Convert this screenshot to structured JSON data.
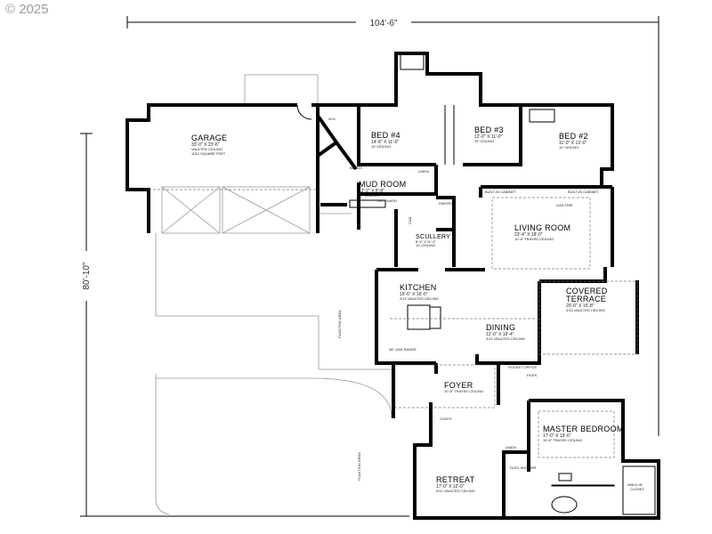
{
  "watermark": "© 2025",
  "dimensions": {
    "width": "104'-6\"",
    "depth": "80'-10\""
  },
  "rooms": {
    "garage": {
      "name": "GARAGE",
      "size": "33'-0\" X 23'-6\"",
      "ceiling": "VAULTED CEILING",
      "extra": "1012 SQUARE FEET"
    },
    "bed4": {
      "name": "BED #4",
      "size": "14'-8\" X 11'-0\"",
      "ceiling": "10' CEILING"
    },
    "bed3": {
      "name": "BED #3",
      "size": "12'-0\" X 11'-0\"",
      "ceiling": "10' CEILING"
    },
    "bed2": {
      "name": "BED #2",
      "size": "11'-0\" X 13'-0\"",
      "ceiling": "10' CEILING"
    },
    "mud": {
      "name": "MUD ROOM",
      "size": "12'-2\" X 8'-8\"",
      "ceiling": "10' CEILING"
    },
    "living": {
      "name": "LIVING ROOM",
      "size": "23'-4\" X 18'-0\"",
      "ceiling": "10'-8\" TRAYED CEILING"
    },
    "scullery": {
      "name": "SCULLERY",
      "size": "8'-4\" X 11'-2\"",
      "ceiling": "10' CEILING"
    },
    "kitchen": {
      "name": "KITCHEN",
      "size": "19'-6\" X 16'-0\"",
      "ceiling": "2/12 VAULTED CEILING"
    },
    "dining": {
      "name": "DINING",
      "size": "12'-0\" X 16'-4\"",
      "ceiling": "2/12 VAULTED CEILING"
    },
    "terrace": {
      "name1": "COVERED",
      "name2": "TERRACE",
      "size": "20'-0\" X 15'-8\"",
      "ceiling": "2/12 VAULTED CEILING"
    },
    "foyer": {
      "name": "FOYER",
      "ceiling": "10'-8\" TRAYED CEILING"
    },
    "master": {
      "name": "MASTER BEDROOM",
      "size": "17'-0\" X 13'-6\"",
      "ceiling": "10'-8\" TRAYED CEILING"
    },
    "retreat": {
      "name": "RETREAT",
      "size": "17'-0\" X 12'-0\"",
      "ceiling": "2/12 VAULTED CEILING"
    },
    "closet": {
      "name1": "WALK-IN",
      "name2": "CLOSET"
    }
  },
  "labels": {
    "linen": "LINEN",
    "linen2": "LINEN",
    "pantry": "PANTRY",
    "builtin1": "BUILT-IN CABINET",
    "builtin2": "BUILT-IN CABINET",
    "gasfire": "GAS FIRE",
    "planting1": "PLANTING AREA",
    "planting2": "PLANTING AREA",
    "coats": "COATS",
    "shower": "TILED SHOWER",
    "gasrange": "36\" GAS RANGE",
    "bench": "BENCH",
    "wh": "W.H.",
    "dry": "DRY",
    "wash": "WASH",
    "cab": "CAB",
    "pocket": "POCKET OFFICE",
    "files": "FILES",
    "bench2": "BENCH / NICHE"
  }
}
